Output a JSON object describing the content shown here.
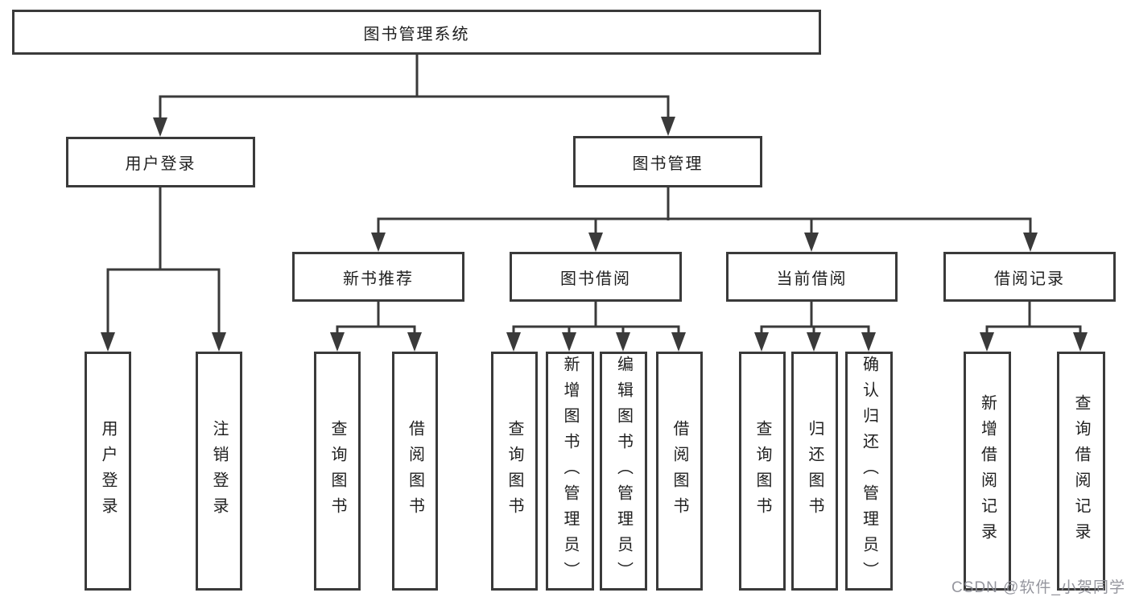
{
  "colors": {
    "line": "#3a3a3a",
    "box_border": "#3a3a3a",
    "text": "#1f1f1f",
    "watermark": "#8c8d96",
    "background": "#ffffff"
  },
  "watermark": {
    "text": "CSDN @软件_小贺同学"
  },
  "diagram": {
    "root": {
      "label": "图书管理系统"
    },
    "level2": [
      {
        "label": "用户登录",
        "leaves": [
          {
            "label": "用户登录"
          },
          {
            "label": "注销登录"
          }
        ]
      },
      {
        "label": "图书管理",
        "children": [
          {
            "label": "新书推荐",
            "leaves": [
              {
                "label": "查询图书"
              },
              {
                "label": "借阅图书"
              }
            ]
          },
          {
            "label": "图书借阅",
            "leaves": [
              {
                "label": "查询图书"
              },
              {
                "label": "新增图书（管理员）"
              },
              {
                "label": "编辑图书（管理员）"
              },
              {
                "label": "借阅图书"
              }
            ]
          },
          {
            "label": "当前借阅",
            "leaves": [
              {
                "label": "查询图书"
              },
              {
                "label": "归还图书"
              },
              {
                "label": "确认归还（管理员）"
              }
            ]
          },
          {
            "label": "借阅记录",
            "leaves": [
              {
                "label": "新增借阅记录"
              },
              {
                "label": "查询借阅记录"
              }
            ]
          }
        ]
      }
    ]
  }
}
